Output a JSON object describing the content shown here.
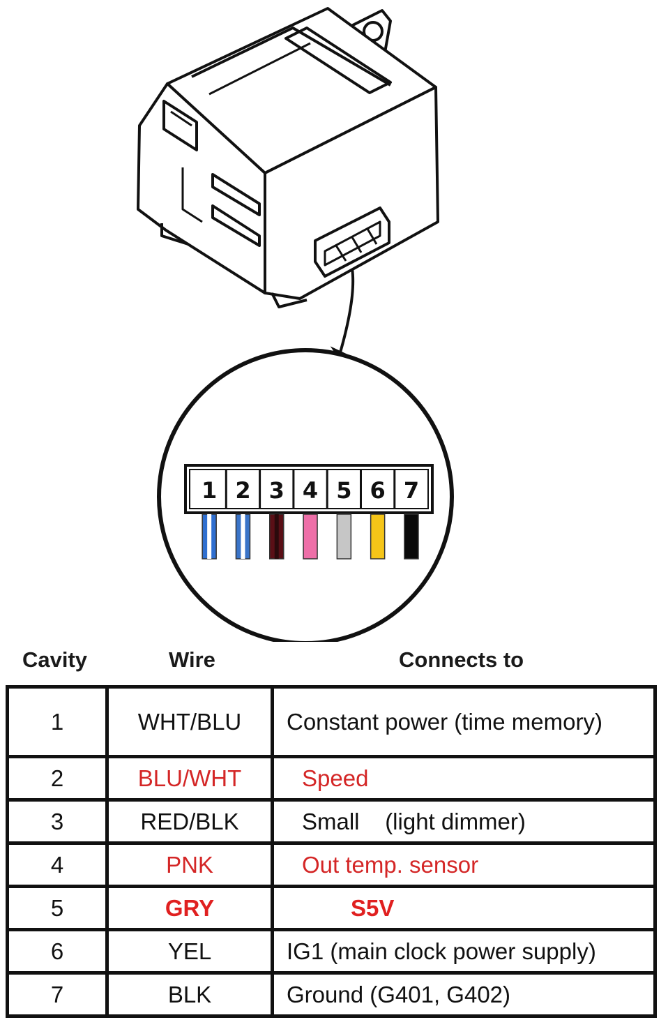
{
  "connector": {
    "pins": [
      {
        "num": "1",
        "color": "#2f6fd0",
        "stripe": "#ffffff"
      },
      {
        "num": "2",
        "color": "#3a74c8",
        "stripe": "#ffffff"
      },
      {
        "num": "3",
        "color": "#5a0f16",
        "stripe": "#2a0a0c"
      },
      {
        "num": "4",
        "color": "#ee6fa8",
        "stripe": null
      },
      {
        "num": "5",
        "color": "#c6c6c6",
        "stripe": null
      },
      {
        "num": "6",
        "color": "#f5c518",
        "stripe": null
      },
      {
        "num": "7",
        "color": "#0a0a0a",
        "stripe": null
      }
    ]
  },
  "table": {
    "headers": {
      "cavity": "Cavity",
      "wire": "Wire",
      "connects": "Connects to"
    },
    "rows": [
      {
        "cavity": "1",
        "wire": "WHT/BLU",
        "connects": "Constant power (time memory)",
        "style": "normal"
      },
      {
        "cavity": "2",
        "wire": "BLU/WHT",
        "connects": "Speed",
        "style": "red"
      },
      {
        "cavity": "3",
        "wire": "RED/BLK",
        "connects": "Small    (light dimmer)",
        "style": "normal"
      },
      {
        "cavity": "4",
        "wire": "PNK",
        "connects": "Out temp. sensor",
        "style": "red"
      },
      {
        "cavity": "5",
        "wire": "GRY",
        "connects": "S5V",
        "style": "boldred"
      },
      {
        "cavity": "6",
        "wire": "YEL",
        "connects": "IG1 (main clock power supply)",
        "style": "normal"
      },
      {
        "cavity": "7",
        "wire": "BLK",
        "connects": "Ground (G401, G402)",
        "style": "normal"
      }
    ]
  }
}
